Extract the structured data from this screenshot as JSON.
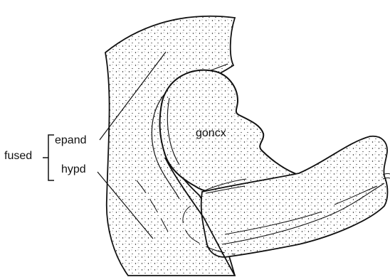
{
  "figure": {
    "labels": {
      "fused": "fused",
      "epand": "epand",
      "hypd": "hypd",
      "goncx": "goncx"
    },
    "colors": {
      "ink": "#111111",
      "paper": "#ffffff"
    }
  }
}
